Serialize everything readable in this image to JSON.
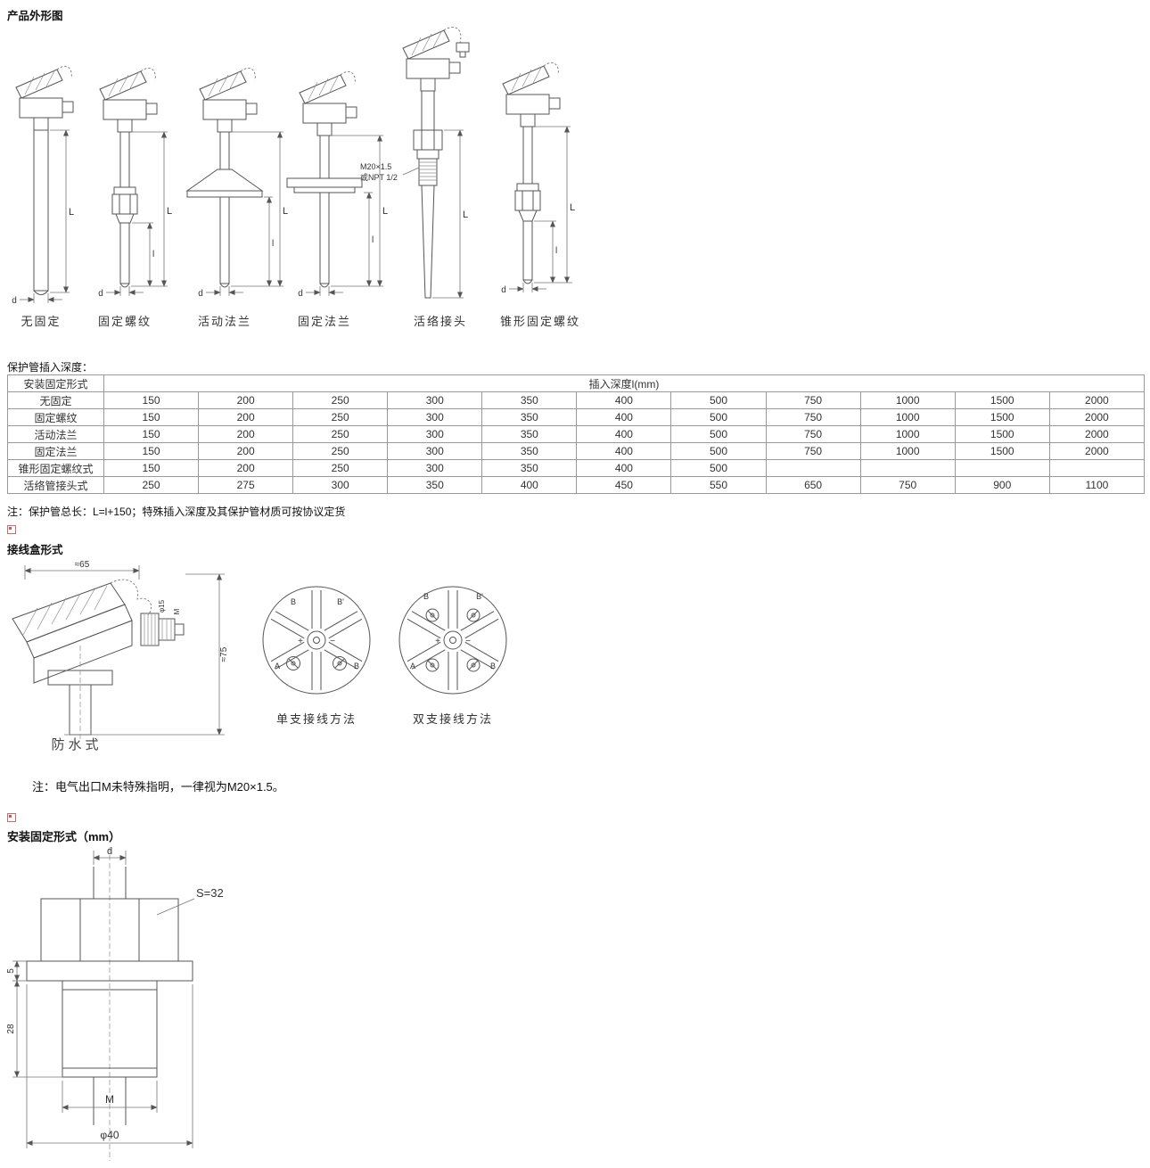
{
  "page": {
    "title1": "产品外形图",
    "depth_label": "保护管插入深度：",
    "table_note": "注：保护管总长：L=l+150；特殊插入深度及其保护管材质可按协议定货",
    "title2": "接线盒形式",
    "wiring_note": "注：电气出口M未特殊指明，一律视为M20×1.5。",
    "title3": "安装固定形式（mm）"
  },
  "figures": {
    "captions": [
      "无固定",
      "固定螺纹",
      "活动法兰",
      "固定法兰",
      "活络接头",
      "锥形固定螺纹"
    ],
    "dims": {
      "L": "L",
      "l": "l",
      "d": "d",
      "thread1": "M20×1.5",
      "thread2": "或NPT 1/2"
    }
  },
  "table": {
    "header_col": "安装固定形式",
    "header_span": "插入深度l(mm)",
    "rows": [
      {
        "label": "无固定",
        "values": [
          "150",
          "200",
          "250",
          "300",
          "350",
          "400",
          "500",
          "750",
          "1000",
          "1500",
          "2000"
        ]
      },
      {
        "label": "固定螺纹",
        "values": [
          "150",
          "200",
          "250",
          "300",
          "350",
          "400",
          "500",
          "750",
          "1000",
          "1500",
          "2000"
        ]
      },
      {
        "label": "活动法兰",
        "values": [
          "150",
          "200",
          "250",
          "300",
          "350",
          "400",
          "500",
          "750",
          "1000",
          "1500",
          "2000"
        ]
      },
      {
        "label": "固定法兰",
        "values": [
          "150",
          "200",
          "250",
          "300",
          "350",
          "400",
          "500",
          "750",
          "1000",
          "1500",
          "2000"
        ]
      },
      {
        "label": "锥形固定螺纹式",
        "values": [
          "150",
          "200",
          "250",
          "300",
          "350",
          "400",
          "500",
          "",
          "",
          "",
          ""
        ]
      },
      {
        "label": "活络管接头式",
        "values": [
          "250",
          "275",
          "300",
          "350",
          "400",
          "450",
          "550",
          "650",
          "750",
          "900",
          "1100"
        ]
      }
    ]
  },
  "junction": {
    "waterproof": "防水式",
    "single": "单支接线方法",
    "double": "双支接线方法",
    "dim_top": "≈65",
    "dim_right": "≈75",
    "dim_phi": "φ15",
    "dim_m": "M",
    "single_labels": [
      "B",
      "B'",
      "+",
      "−",
      "A",
      "B"
    ],
    "double_labels": [
      "B",
      "B'",
      "+",
      "−",
      "A",
      "B"
    ]
  },
  "mount": {
    "d": "d",
    "s": "S=32",
    "t5": "5",
    "t28": "28",
    "M": "M",
    "phi40": "φ40"
  }
}
